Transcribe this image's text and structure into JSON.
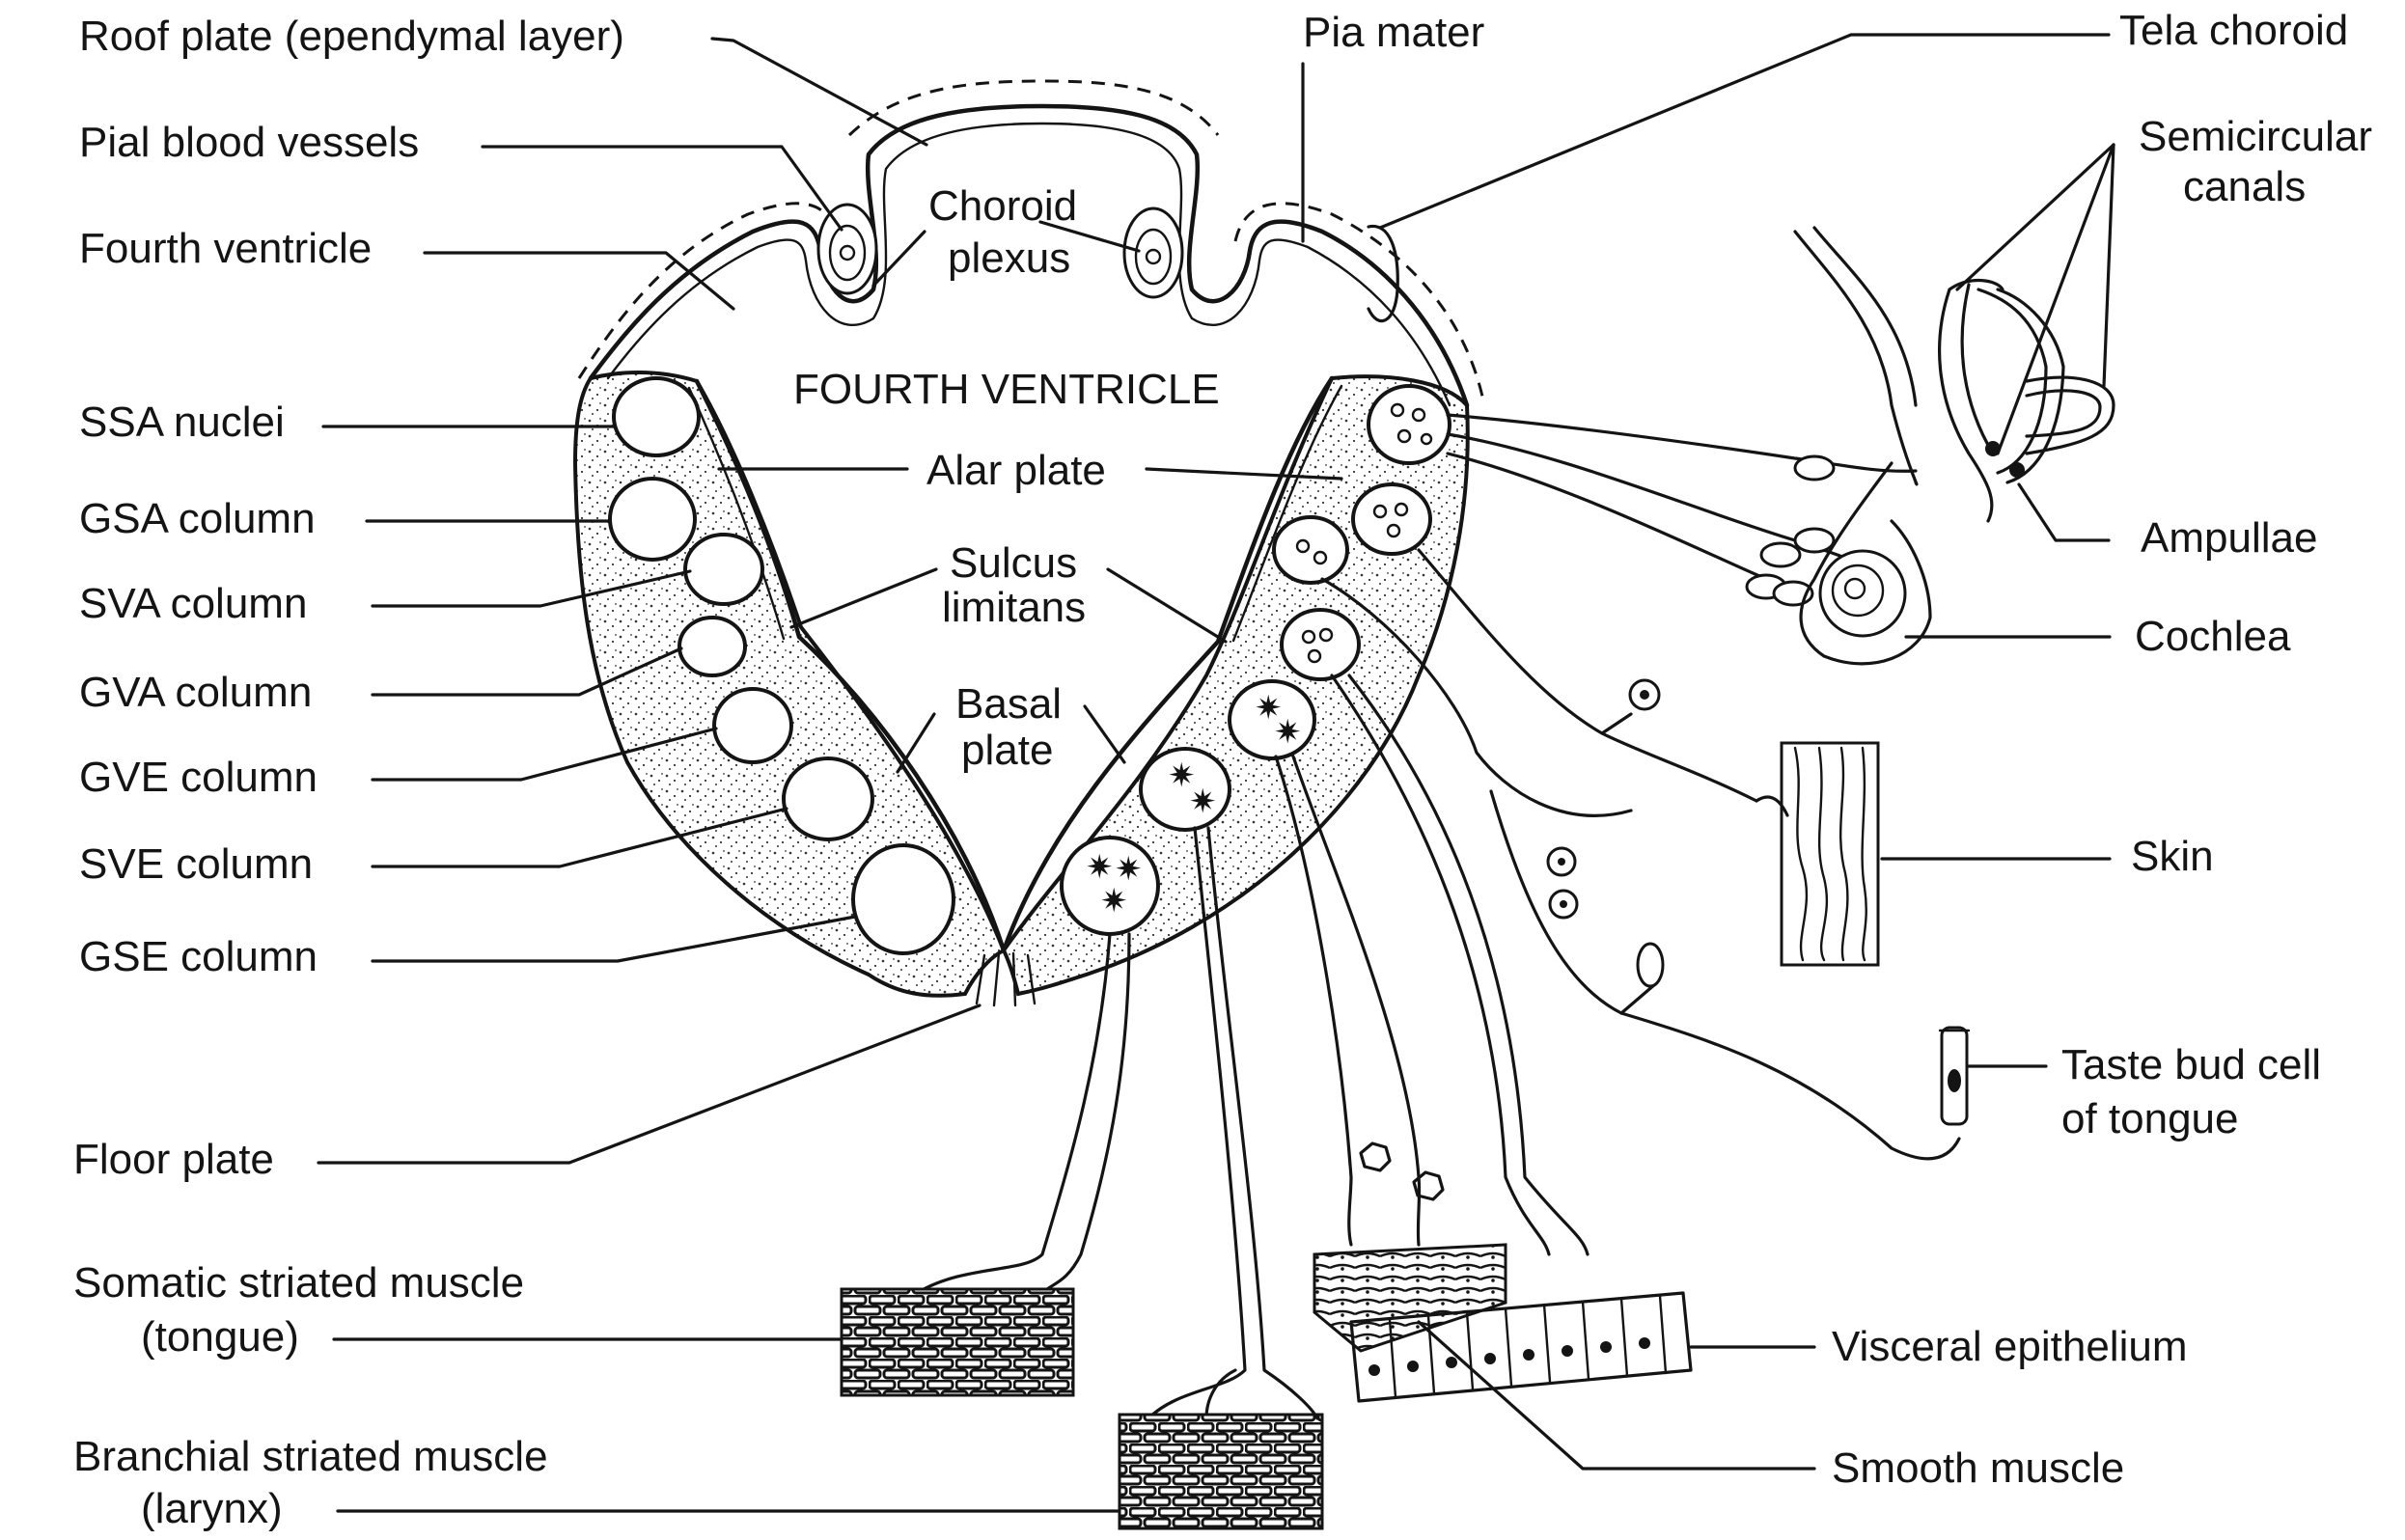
{
  "labels": {
    "roof_plate": "Roof plate (ependymal layer)",
    "pial_blood_vessels": "Pial blood vessels",
    "fourth_ventricle": "Fourth ventricle",
    "ssa_nuclei": "SSA nuclei",
    "gsa_column": "GSA column",
    "sva_column": "SVA column",
    "gva_column": "GVA column",
    "gve_column": "GVE column",
    "sve_column": "SVE column",
    "gse_column": "GSE column",
    "floor_plate": "Floor plate",
    "somatic_muscle_line1": "Somatic striated muscle",
    "somatic_muscle_line2": "(tongue)",
    "branchial_muscle_line1": "Branchial striated muscle",
    "branchial_muscle_line2": "(larynx)",
    "pia_mater": "Pia mater",
    "tela_choroid": "Tela choroid",
    "semicircular_line1": "Semicircular",
    "semicircular_line2": "canals",
    "ampullae": "Ampullae",
    "cochlea": "Cochlea",
    "skin": "Skin",
    "taste_line1": "Taste bud cell",
    "taste_line2": "of tongue",
    "visceral_epithelium": "Visceral epithelium",
    "smooth_muscle": "Smooth muscle",
    "choroid_line1": "Choroid",
    "choroid_line2": "plexus",
    "fourth_ventricle_center": "FOURTH VENTRICLE",
    "alar_plate": "Alar plate",
    "sulcus_line1": "Sulcus",
    "sulcus_line2": "limitans",
    "basal_line1": "Basal",
    "basal_line2": "plate"
  }
}
